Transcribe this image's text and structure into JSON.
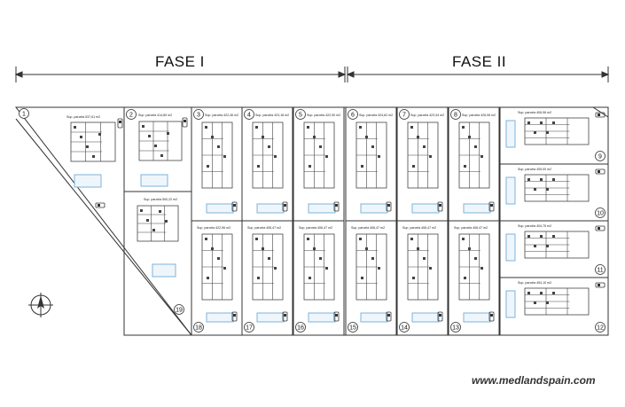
{
  "phases": [
    {
      "label": "FASE I"
    },
    {
      "label": "FASE II"
    }
  ],
  "plots": [
    {
      "number": "1",
      "area": "Sup. parcela 537,61 m2"
    },
    {
      "number": "2",
      "area": "Sup. parcela 414,80 m2"
    },
    {
      "number": "3",
      "area": "Sup. parcela 422,46 m2"
    },
    {
      "number": "4",
      "area": "Sup. parcela 423,18 m2"
    },
    {
      "number": "5",
      "area": "Sup. parcela 422,90 m2"
    },
    {
      "number": "6",
      "area": "Sup. parcela 424,62 m2"
    },
    {
      "number": "7",
      "area": "Sup. parcela 423,34 m2"
    },
    {
      "number": "8",
      "area": "Sup. parcela 426,06 m2"
    },
    {
      "number": "9",
      "area": "Sup. parcela 406,96 m2"
    },
    {
      "number": "10",
      "area": "Sup. parcela 405,00 m2"
    },
    {
      "number": "11",
      "area": "Sup. parcela 404,75 m2"
    },
    {
      "number": "12",
      "area": "Sup. parcela 454,10 m2"
    },
    {
      "number": "13",
      "area": "Sup. parcela 406,47 m2"
    },
    {
      "number": "14",
      "area": "Sup. parcela 406,47 m2"
    },
    {
      "number": "15",
      "area": "Sup. parcela 406,47 m2"
    },
    {
      "number": "16",
      "area": "Sup. parcela 406,47 m2"
    },
    {
      "number": "17",
      "area": "Sup. parcela 406,47 m2"
    },
    {
      "number": "18",
      "area": "Sup. parcela 422,96 m2"
    },
    {
      "number": "19",
      "area": "Sup. parcela 500,22 m2"
    }
  ],
  "watermark": "www.medlandspain.com",
  "colors": {
    "line": "#333333",
    "pool": "#7fb3d9",
    "plan": "#444444"
  },
  "icons": [
    "north-arrow-icon",
    "car-icon"
  ]
}
